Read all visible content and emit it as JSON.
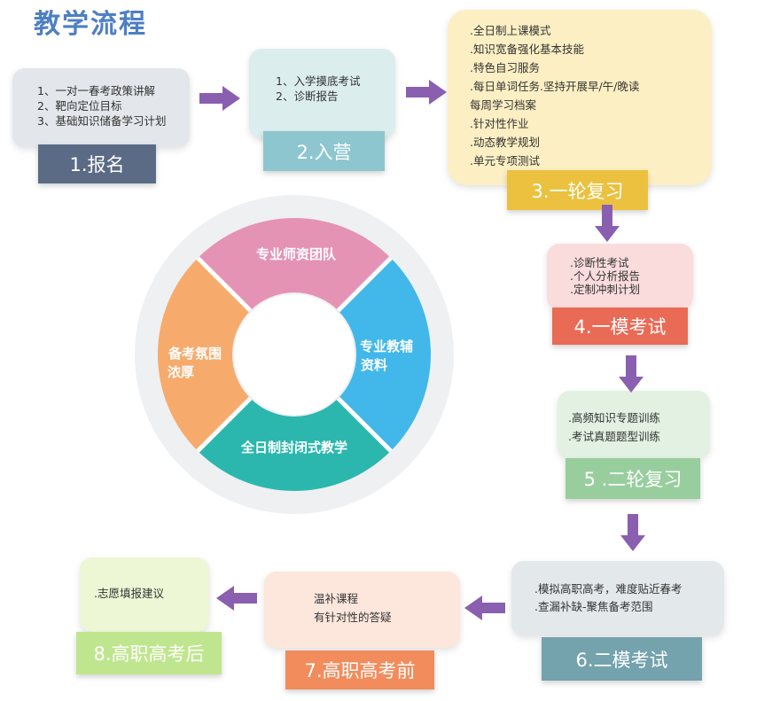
{
  "title": "教学流程",
  "steps": [
    {
      "label": "1.报名",
      "items": [
        "1、一对一春考政策讲解",
        "2、靶向定位目标",
        "3、基础知识储备学习计划"
      ]
    },
    {
      "label": "2.入营",
      "items": [
        "1、入学摸底考试",
        "2、诊断报告"
      ]
    },
    {
      "label": "3.一轮复习",
      "items": [
        ".全日制上课模式",
        ".知识宽备强化基本技能",
        ".特色自习服务",
        ".每日单词任务.坚持开展早/午/晚读",
        "每周学习档案",
        ".针对性作业",
        ".动态教学规划",
        ".单元专项测试"
      ]
    },
    {
      "label": "4.一模考试",
      "items": [
        ".诊断性考试",
        ".个人分析报告",
        ".定制冲刺计划"
      ]
    },
    {
      "label": "5 .二轮复习",
      "items": [
        ".高频知识专题训练",
        ".考试真题题型训练"
      ]
    },
    {
      "label": "6.二模考试",
      "items": [
        ".模拟高职高考，难度贴近春考",
        ".查漏补缺-聚焦备考范围"
      ]
    },
    {
      "label": "7.高职高考前",
      "items": [
        "温补课程",
        "有针对性的答疑"
      ]
    },
    {
      "label": "8.高职高考后",
      "items": [
        ".志愿填报建议"
      ]
    }
  ],
  "wheel": {
    "top": "专业师资团队",
    "right_line1": "专业教辅",
    "right_line2": "资料",
    "bottom": "全日制封闭式教学",
    "left_line1": "备考氛围",
    "left_line2": "浓厚"
  },
  "colors": {
    "arrow": "#8a5fb0",
    "step1": "#5b6b85",
    "step2": "#8dc6cf",
    "step3": "#ecc13f",
    "step4": "#ea6b55",
    "step5": "#98ce9d",
    "step6": "#74a2ad",
    "step7": "#f28c5c",
    "step8": "#bfe68e",
    "wheel_top": "#e593b4",
    "wheel_right": "#41b8e9",
    "wheel_bottom": "#2bb7ad",
    "wheel_left": "#f6ab6d"
  }
}
